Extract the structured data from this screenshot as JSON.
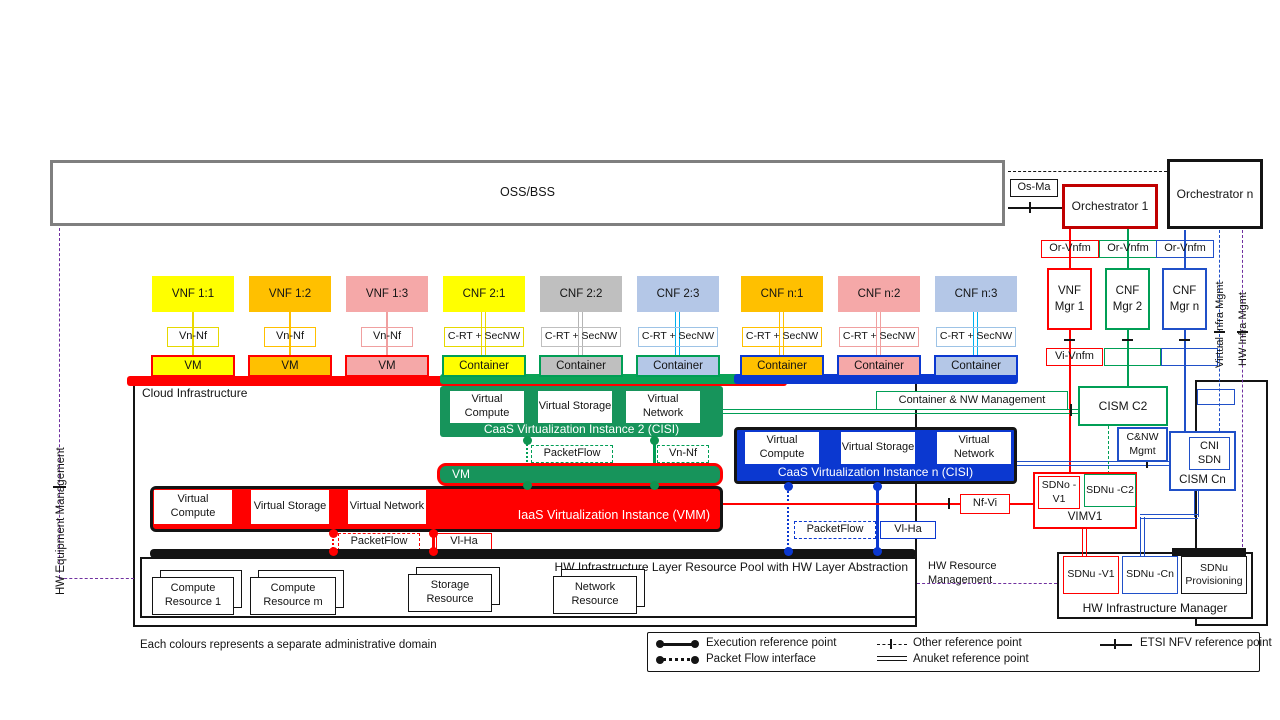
{
  "palette": {
    "red": "#ff0000",
    "dark_red": "#c00000",
    "green": "#009e55",
    "caas_green": "#17945b",
    "blue": "#0b38d0",
    "royal_blue": "#2050c8",
    "cyan": "#00b0f0",
    "yellow": "#ffff00",
    "orange": "#ffc000",
    "pink": "#f5a8a8",
    "gray": "#bfbfbf",
    "light_blue": "#b4c7e7",
    "purple": "#7030a0",
    "border_gray": "#7f7f7f"
  },
  "top": {
    "oss_bss": "OSS/BSS",
    "os_ma": "Os-Ma",
    "orchestrator_1": "Orchestrator 1",
    "orchestrator_n": "Orchestrator n"
  },
  "or_vnfm": [
    "Or-Vnfm",
    "Or-Vnfm",
    "Or-Vnfm"
  ],
  "managers": {
    "vnf_mgr_1": "VNF Mgr 1",
    "cnf_mgr_2": "CNF Mgr 2",
    "cnf_mgr_n": "CNF Mgr n",
    "vi_vnfm": "Vi-Vnfm"
  },
  "nf_columns": [
    {
      "title": "VNF 1:1",
      "interface": "Vn-Nf",
      "host": "VM"
    },
    {
      "title": "VNF 1:2",
      "interface": "Vn-Nf",
      "host": "VM"
    },
    {
      "title": "VNF 1:3",
      "interface": "Vn-Nf",
      "host": "VM"
    },
    {
      "title": "CNF 2:1",
      "interface": "C-RT + SecNW",
      "host": "Container"
    },
    {
      "title": "CNF 2:2",
      "interface": "C-RT + SecNW",
      "host": "Container"
    },
    {
      "title": "CNF 2:3",
      "interface": "C-RT + SecNW",
      "host": "Container"
    },
    {
      "title": "CNF n:1",
      "interface": "C-RT + SecNW",
      "host": "Container"
    },
    {
      "title": "CNF n:2",
      "interface": "C-RT + SecNW",
      "host": "Container"
    },
    {
      "title": "CNF n:3",
      "interface": "C-RT + SecNW",
      "host": "Container"
    }
  ],
  "cloud": {
    "label": "Cloud Infrastructure",
    "caas2": {
      "compute": "Virtual Compute",
      "storage": "Virtual Storage",
      "network": "Virtual Network",
      "caption": "CaaS Virtualization Instance 2 (CISI)",
      "packetflow": "PacketFlow",
      "vn_nf": "Vn-Nf",
      "vm_bar": "VM"
    },
    "iaas": {
      "compute": "Virtual Compute",
      "storage": "Virtual Storage",
      "network": "Virtual Network",
      "caption": "IaaS Virtualization Instance (VMM)",
      "packetflow": "PacketFlow",
      "vl_ha": "Vl-Ha"
    },
    "caasn": {
      "compute": "Virtual Compute",
      "storage": "Virtual Storage",
      "network": "Virtual Network",
      "caption": "CaaS Virtualization Instance n (CISI)",
      "packetflow": "PacketFlow",
      "vl_ha": "Vl-Ha"
    }
  },
  "hw_layer": {
    "caption": "HW Infrastructure Layer Resource Pool with HW Layer Abstraction",
    "resources": [
      "Compute Resource 1",
      "Compute Resource m",
      "Storage Resource",
      "Network Resource"
    ]
  },
  "right_panel": {
    "container_nw_mgmt": "Container & NW Management",
    "cism_c2": "CISM C2",
    "cnw_mgmt": "C&NW Mgmt",
    "cni_sdn": "CNI SDN",
    "cism_cn": "CISM Cn",
    "nf_vi": "Nf-Vi",
    "sdno_v1": "SDNo -V1",
    "sdnu_c2": "SDNu -C2",
    "vimv1": "VIMV1"
  },
  "hw_manager": {
    "sdnu_v1": "SDNu -V1",
    "sdnu_cn": "SDNu -Cn",
    "sdnu_provisioning": "SDNu Provisioning",
    "caption": "HW Infrastructure Manager"
  },
  "side_labels": {
    "hw_equipment_management": "HW Equipment Management",
    "virtual_infra_mgmt": "Virtual Infra Mgmt",
    "hw_infra_mgmt": "HW Infra Mgmt",
    "hw_resource_management": "HW Resource Management"
  },
  "legend": {
    "execution": "Execution reference point",
    "packet_flow": "Packet Flow interface",
    "other": "Other reference point",
    "anuket": "Anuket reference point",
    "etsi": "ETSI NFV reference point"
  },
  "footnote": "Each colours represents a separate administrative domain"
}
